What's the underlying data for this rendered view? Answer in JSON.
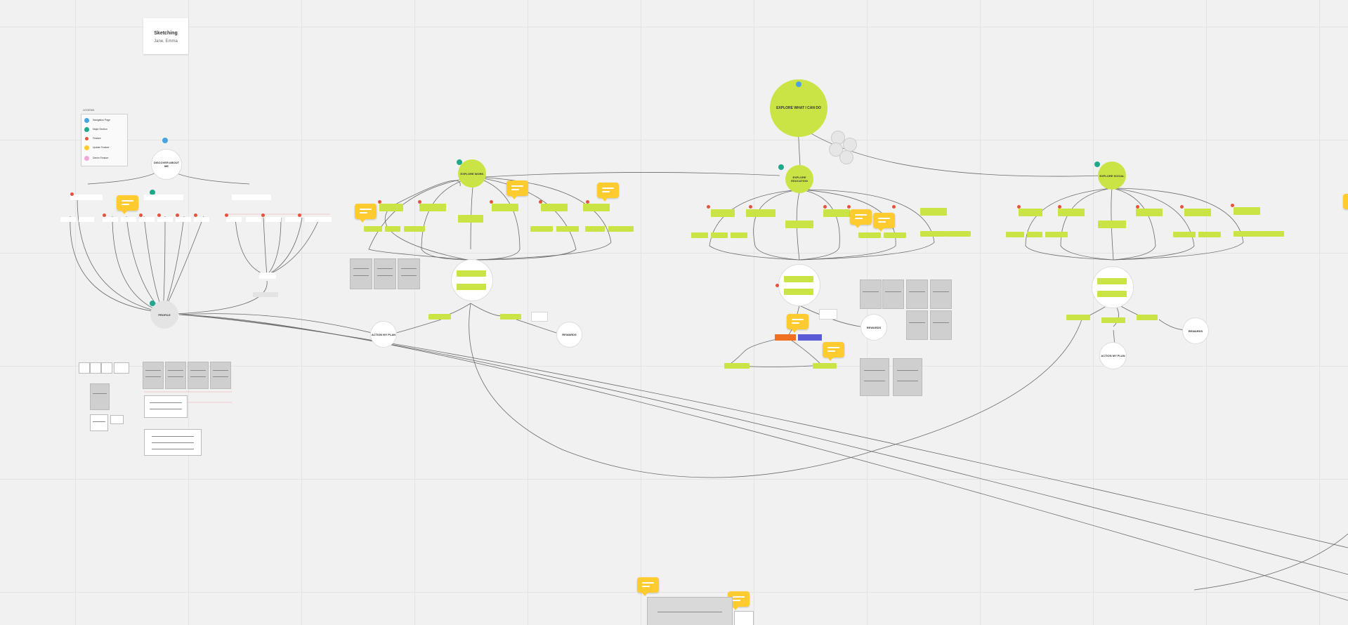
{
  "frame": {
    "title": "Sketching",
    "subtitle": "Jane, Emma"
  },
  "legend": {
    "title": "LEGEND",
    "items": [
      {
        "label": "Navigation Page",
        "color": "#4aa3df"
      },
      {
        "label": "Major Section",
        "color": "#1fa88a"
      },
      {
        "label": "Feature",
        "color": "#e5533d"
      },
      {
        "label": "Update Feature",
        "color": "#ffcb2e"
      },
      {
        "label": "Denim Feature",
        "color": "#f0a6d8"
      }
    ]
  },
  "hubs": [
    {
      "id": "discover",
      "label": "DISCOVER ABOUT ME"
    },
    {
      "id": "explore-main",
      "label": "EXPLORE WHAT I CAN DO"
    },
    {
      "id": "section-a",
      "label": "EXPLORE WORK"
    },
    {
      "id": "section-b",
      "label": "EXPLORE EDUCATION"
    },
    {
      "id": "section-c",
      "label": "EXPLORE SOCIAL"
    },
    {
      "id": "profile",
      "label": "PROFILE"
    },
    {
      "id": "action-a",
      "label": "ACTION MY PLAN"
    },
    {
      "id": "rewards-a",
      "label": "REWARDS"
    },
    {
      "id": "rewards-b",
      "label": "REWARDS"
    },
    {
      "id": "rewards-c",
      "label": "REWARDS"
    },
    {
      "id": "action-c",
      "label": "ACTION MY PLAN"
    }
  ],
  "colors": {
    "accent": "#cbe445",
    "comment": "#ffcb2e",
    "badge_blue": "#4aa3df",
    "badge_teal": "#1fa88a",
    "badge_red": "#e5533d"
  }
}
